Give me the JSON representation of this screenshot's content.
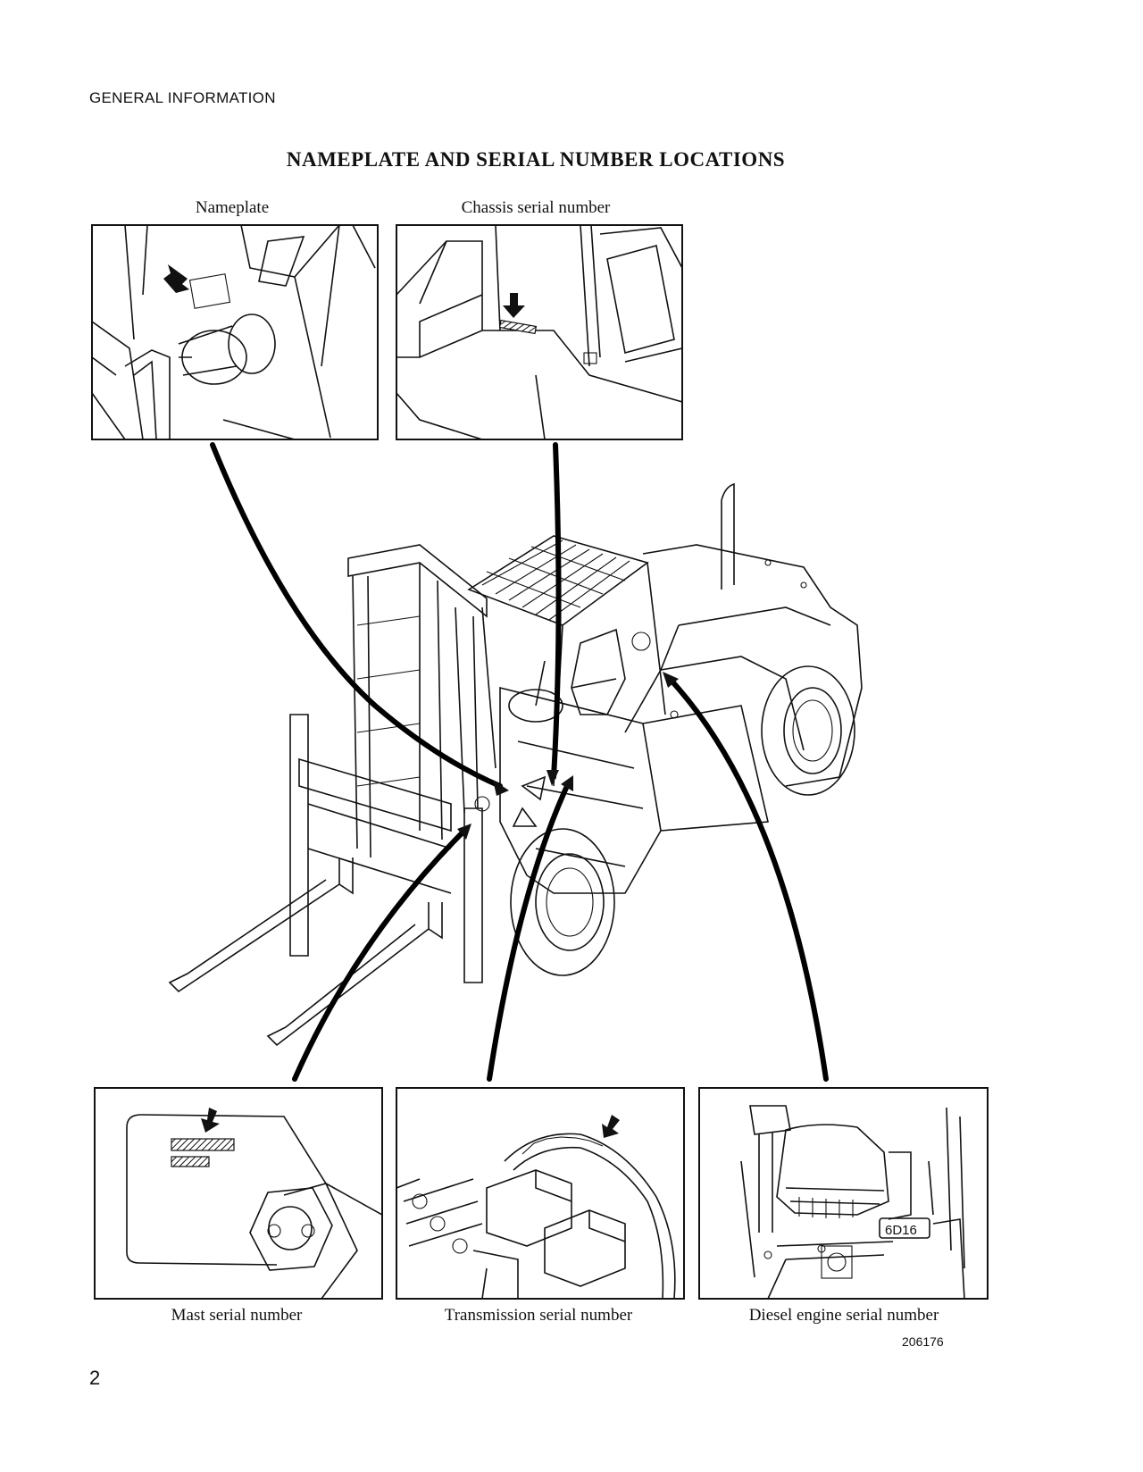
{
  "header": {
    "section": "GENERAL INFORMATION"
  },
  "title": "NAMEPLATE AND SERIAL NUMBER LOCATIONS",
  "insets": {
    "nameplate": {
      "label": "Nameplate"
    },
    "chassis": {
      "label": "Chassis serial number"
    },
    "mast": {
      "label": "Mast serial number"
    },
    "transmission": {
      "label": "Transmission serial number"
    },
    "engine": {
      "label": "Diesel engine serial number",
      "plate_text": "6D16"
    }
  },
  "figure_number": "206176",
  "page_number": "2"
}
